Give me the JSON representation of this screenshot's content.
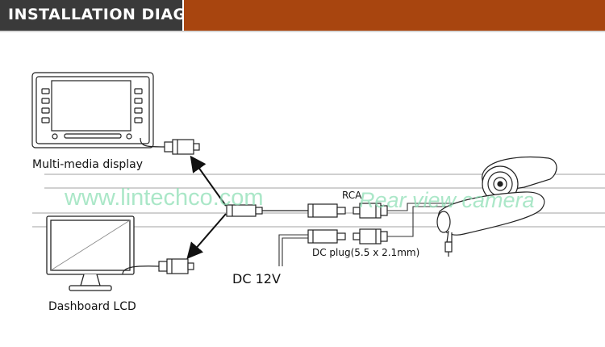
{
  "header": {
    "title": "INSTALLATION DIAGRAM"
  },
  "labels": {
    "multimedia": "Multi-media display",
    "dashboard": "Dashboard LCD",
    "rca": "RCA",
    "dc_plug": "DC plug(5.5 x 2.1mm)",
    "dc12v": "DC 12V"
  },
  "watermarks": {
    "site": "www.lintechco.com",
    "camera": "Rear view camera"
  },
  "colors": {
    "header_dark": "#3a3a3a",
    "header_accent": "#a8450f",
    "watermark": "#8fe0b6"
  }
}
